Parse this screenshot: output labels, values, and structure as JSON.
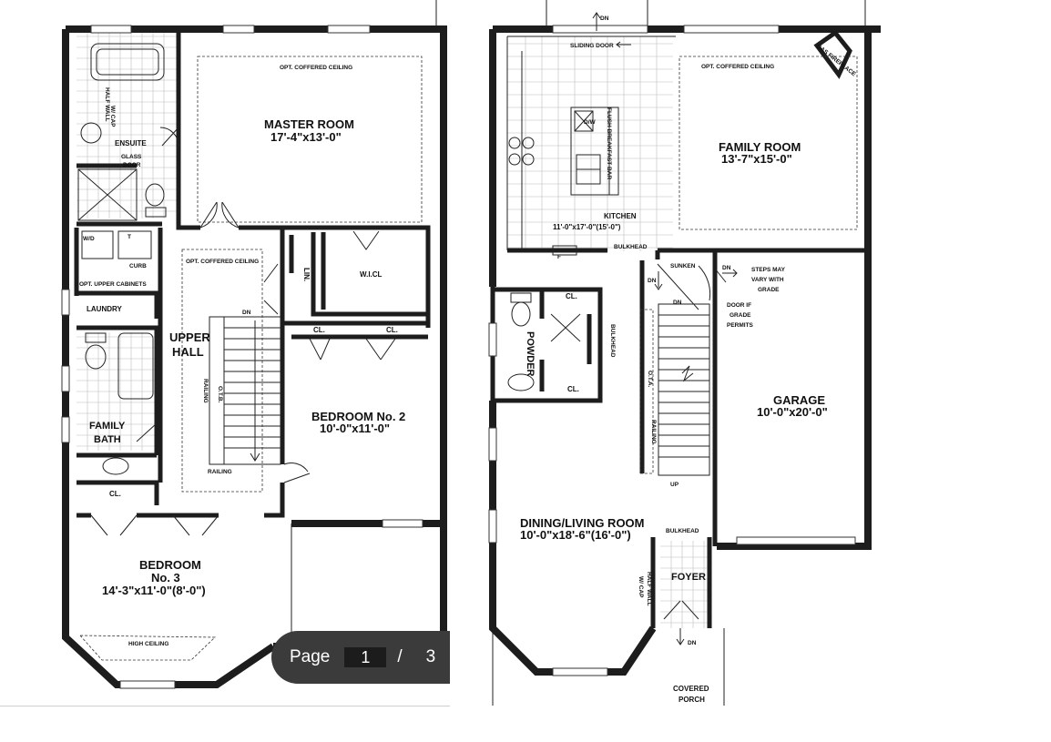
{
  "viewer": {
    "page_label": "Page",
    "current_page": "1",
    "separator": "/",
    "total_pages": "3"
  },
  "upper_floor": {
    "ensuite": "ENSUITE",
    "half_wall_1": "HALF WALL",
    "half_wall_2": "W/ CAP",
    "glass_1": "GLASS",
    "glass_2": "DOOR",
    "master_room": "MASTER ROOM",
    "master_dims": "17'-4\"x13'-0\"",
    "opt_coffered_master": "OPT. COFFERED CEILING",
    "wd": "W/D",
    "t": "T",
    "curb": "CURB",
    "opt_upper_cabinets": "OPT. UPPER CABINETS",
    "laundry": "LAUNDRY",
    "opt_coffered_hall": "OPT. COFFERED CEILING",
    "lin": "LIN.",
    "wicl": "W.I.CL",
    "dn": "DN",
    "upper_1": "UPPER",
    "upper_2": "HALL",
    "railing_v": "RAILING",
    "otb": "O.T.B.",
    "railing_h": "RAILING",
    "cl_1": "CL.",
    "cl_2": "CL.",
    "bedroom2": "BEDROOM No. 2",
    "bedroom2_dims": "10'-0\"x11'-0\"",
    "family_1": "FAMILY",
    "family_2": "BATH",
    "cl_3": "CL.",
    "bedroom3_1": "BEDROOM",
    "bedroom3_2": "No. 3",
    "bedroom3_dims": "14'-3\"x11'-0\"(8'-0\")",
    "high_ceiling": "HIGH CEILING"
  },
  "ground_floor": {
    "dn_top": "DN",
    "sliding_door": "SLIDING DOOR",
    "flush_bar": "FLUSH BREAKFAST BAR",
    "dw": "D/W",
    "kitchen": "KITCHEN",
    "kitchen_dims": "11'-0\"x17'-0\"(15'-0\")",
    "bulkhead_1": "BULKHEAD",
    "f": "F",
    "opt_coffered_family": "OPT. COFFERED CEILING",
    "gas_fireplace": "GAS FIREPLACE",
    "family_room": "FAMILY ROOM",
    "family_dims": "13'-7\"x15'-0\"",
    "cl_1": "CL.",
    "powder": "POWDER",
    "cl_2": "CL.",
    "bulkhead_2": "BULKHEAD",
    "dn_1": "DN",
    "sunken": "SUNKEN",
    "dn_2": "DN",
    "dn_3": "DN",
    "steps_1": "STEPS MAY",
    "steps_2": "VARY WITH",
    "steps_3": "GRADE",
    "door_1": "DOOR IF",
    "door_2": "GRADE",
    "door_3": "PERMITS",
    "ota": "O.T.A.",
    "railing": "RAILING",
    "up": "UP",
    "garage": "GARAGE",
    "garage_dims": "10'-0\"x20'-0\"",
    "dining": "DINING/LIVING ROOM",
    "dining_dims": "10'-0\"x18'-6\"(16'-0\")",
    "bulkhead_3": "BULKHEAD",
    "half_wall_1": "HALF WALL",
    "half_wall_2": "W/ CAP",
    "foyer": "FOYER",
    "dn_foyer": "DN",
    "covered_1": "COVERED",
    "covered_2": "PORCH"
  }
}
